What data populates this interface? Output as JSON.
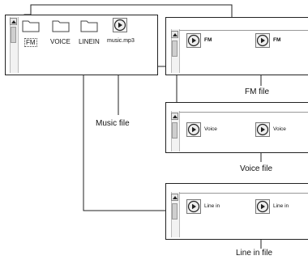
{
  "explorer": {
    "items": [
      {
        "label": "FM",
        "icon": "folder-icon"
      },
      {
        "label": "VOICE",
        "icon": "folder-icon"
      },
      {
        "label": "LINEIN",
        "icon": "folder-icon"
      },
      {
        "label": "music.mp3",
        "icon": "music-file-icon"
      }
    ]
  },
  "panels": [
    {
      "files": [
        "FM",
        "FM"
      ],
      "caption": "FM file"
    },
    {
      "files": [
        "Voice",
        "Voice"
      ],
      "caption": "Voice file"
    },
    {
      "files": [
        "Line in",
        "Line in"
      ],
      "caption": "Line in file"
    }
  ],
  "music_caption": "Music file",
  "colors": {
    "line": "#222222",
    "folder_fill": "#ffffff",
    "scrollbar": "#f2f2f2"
  }
}
